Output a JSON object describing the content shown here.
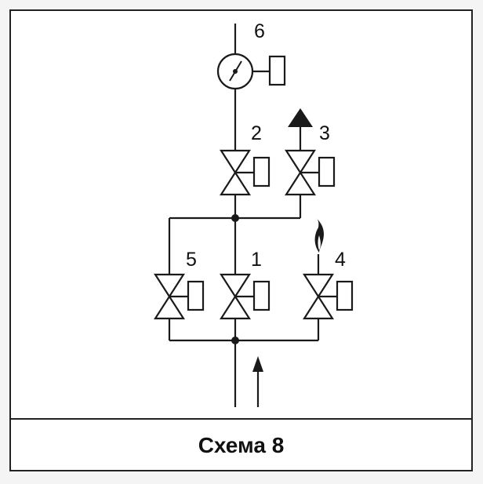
{
  "caption": "Схема 8",
  "labels": {
    "gauge": "6",
    "valve_top_left": "2",
    "valve_top_right": "3",
    "valve_bottom_left": "5",
    "valve_bottom_middle": "1",
    "valve_bottom_right": "4"
  }
}
